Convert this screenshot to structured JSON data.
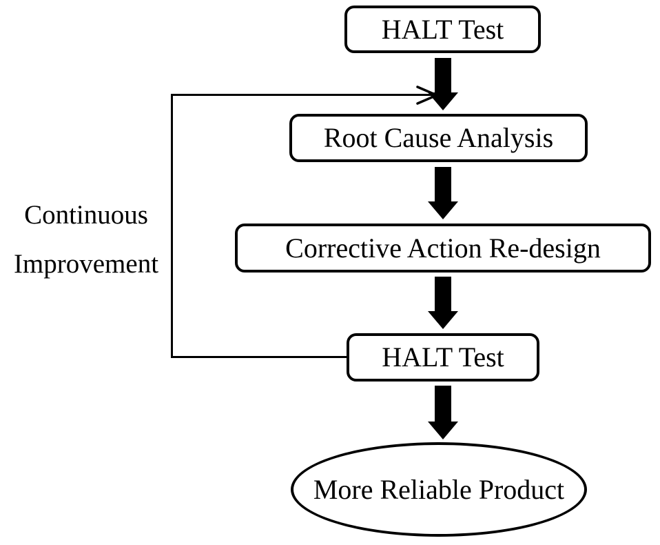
{
  "diagram": {
    "background": "#ffffff",
    "stroke_color": "#000000",
    "text_color": "#000000",
    "nodes": [
      {
        "id": "halt-test-top",
        "shape": "rounded-rect",
        "label": "HALT Test"
      },
      {
        "id": "root-cause-analysis",
        "shape": "rounded-rect",
        "label": "Root Cause Analysis"
      },
      {
        "id": "corrective-action-redesign",
        "shape": "rounded-rect",
        "label": "Corrective Action Re-design"
      },
      {
        "id": "halt-test-bottom",
        "shape": "rounded-rect",
        "label": "HALT Test"
      },
      {
        "id": "more-reliable-product",
        "shape": "ellipse",
        "label": "More Reliable Product"
      }
    ],
    "edges": [
      {
        "from": "halt-test-top",
        "to": "root-cause-analysis",
        "style": "thick-down-arrow"
      },
      {
        "from": "root-cause-analysis",
        "to": "corrective-action-redesign",
        "style": "thick-down-arrow"
      },
      {
        "from": "corrective-action-redesign",
        "to": "halt-test-bottom",
        "style": "thick-down-arrow"
      },
      {
        "from": "halt-test-bottom",
        "to": "more-reliable-product",
        "style": "thick-down-arrow"
      },
      {
        "from": "halt-test-bottom",
        "to": "halt-test-top",
        "style": "thin-feedback-loop"
      }
    ],
    "feedback_label": {
      "line1": "Continuous",
      "line2": "Improvement"
    }
  }
}
